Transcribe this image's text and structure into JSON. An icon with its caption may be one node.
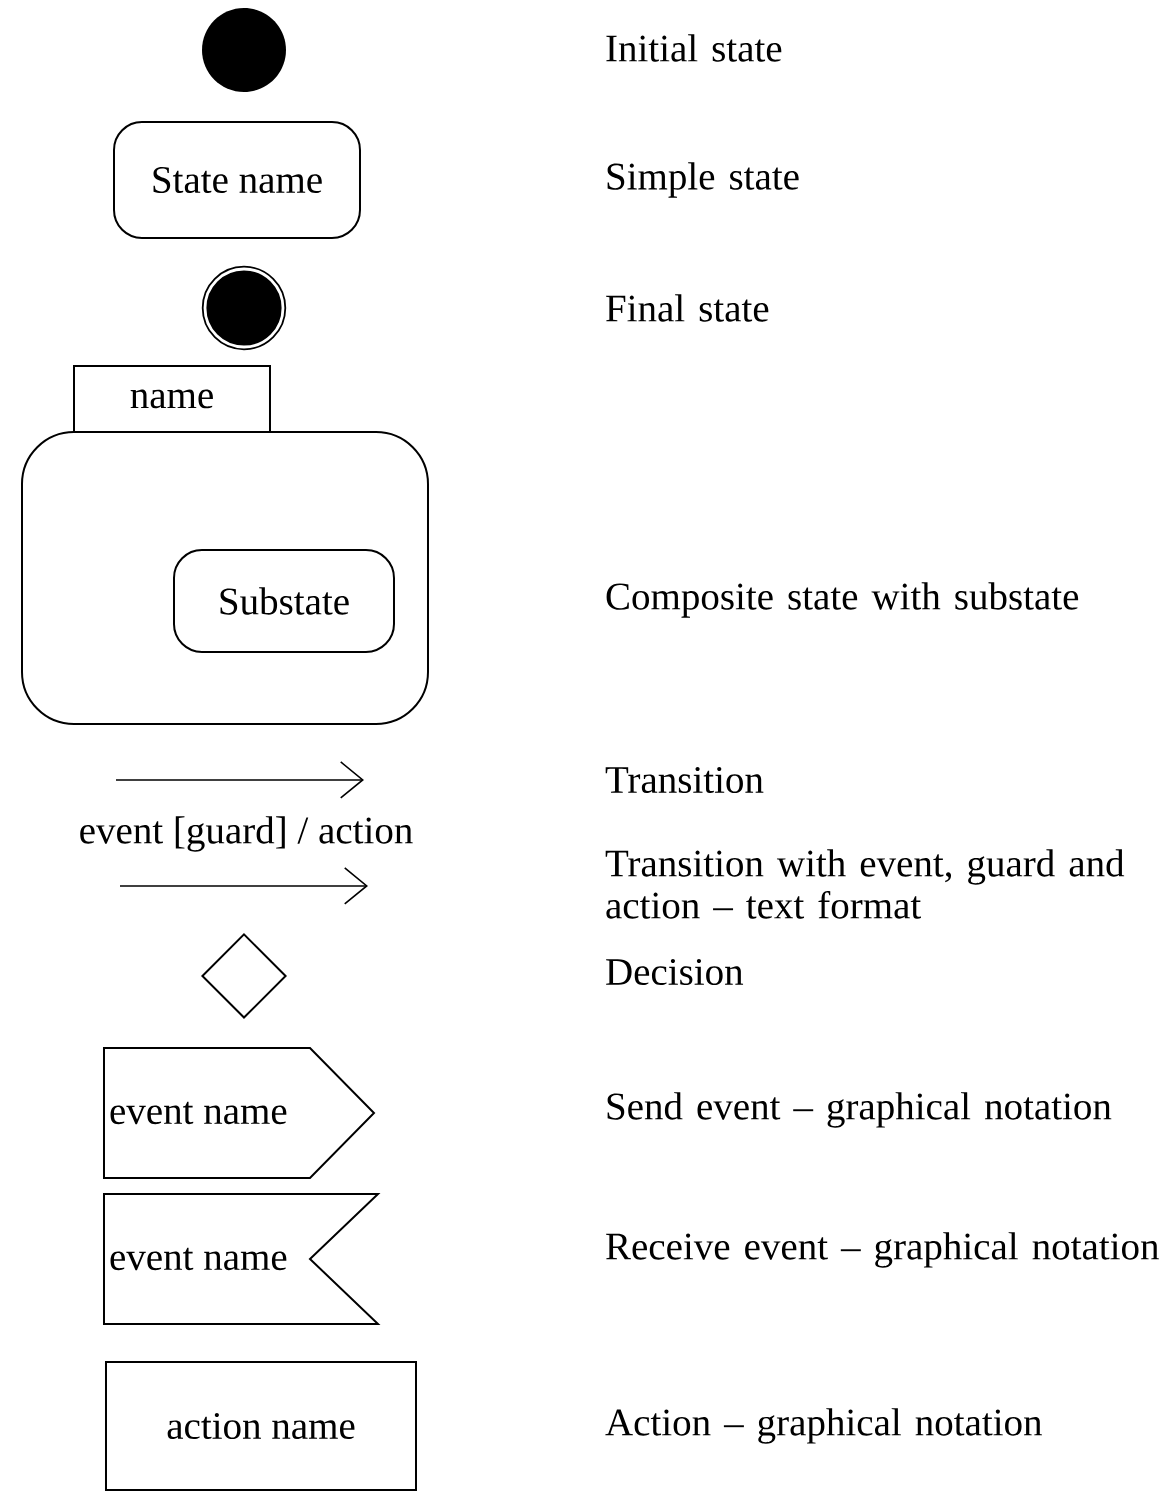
{
  "diagram": {
    "nodes": [
      {
        "text": [],
        "shape": "circle"
      },
      {
        "text": [
          "State name"
        ]
      },
      {
        "text": [],
        "shape": "bullseye"
      },
      {
        "text": [
          "name"
        ]
      },
      {
        "text": [
          "Substate"
        ],
        "in": 3
      },
      {
        "text": [],
        "shape": "diamond"
      },
      {
        "text": [
          "event name"
        ]
      },
      {
        "text": [
          "event name"
        ]
      },
      {
        "text": [
          "action name"
        ]
      }
    ],
    "edges": [],
    "labels": [
      "Initial state",
      "Simple state",
      "Final state",
      "Composite state with substate",
      "Transition",
      "event [guard] / action",
      "Transition with  event, guard and action – text format",
      "Decision",
      "Send event – graphical notation",
      "Receive event – graphical notation",
      "Action – graphical notation"
    ]
  }
}
